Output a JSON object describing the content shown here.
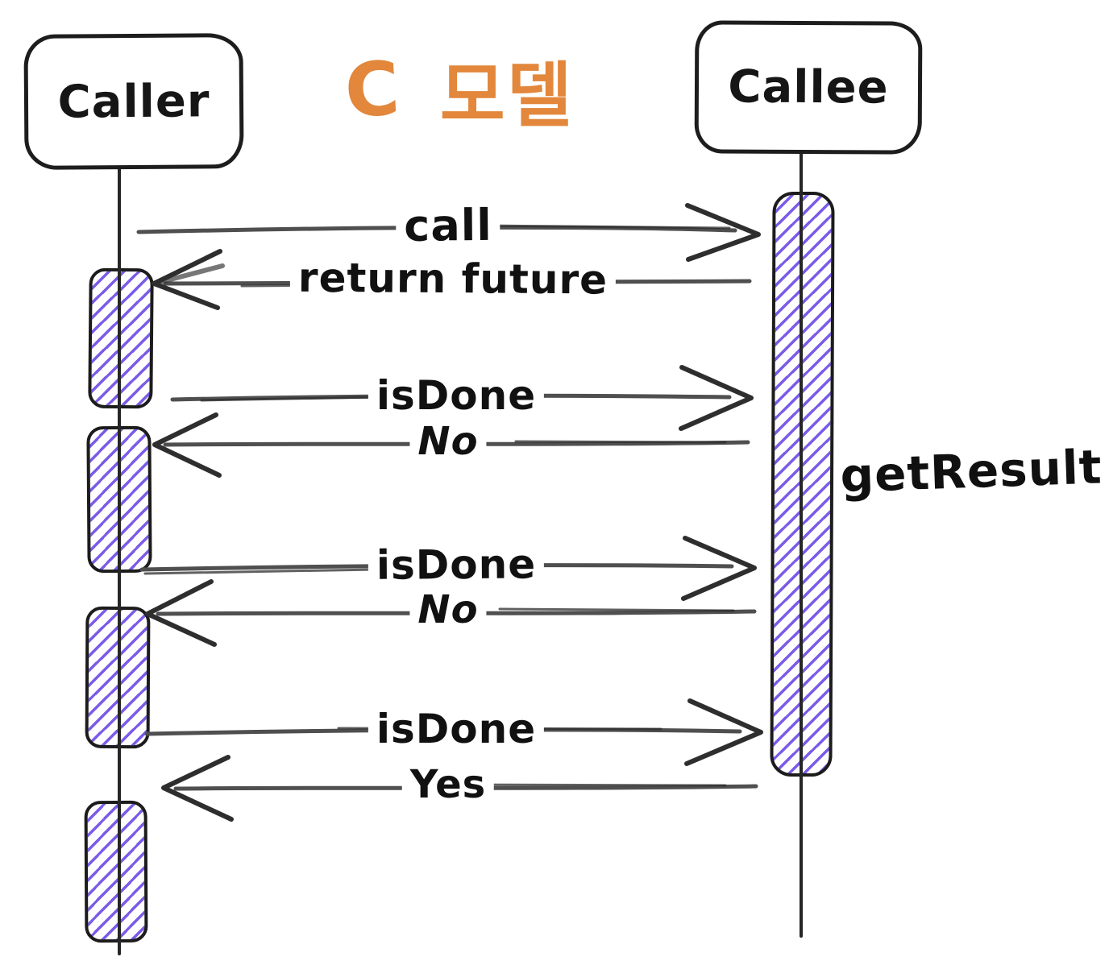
{
  "title": {
    "letter": "C",
    "word": "모델"
  },
  "actors": {
    "caller": "Caller",
    "callee": "Callee"
  },
  "messages": [
    {
      "label": "call",
      "direction": "right",
      "from": "Caller",
      "to": "Callee"
    },
    {
      "label": "return future",
      "direction": "left",
      "from": "Callee",
      "to": "Caller"
    },
    {
      "label": "isDone",
      "direction": "right",
      "from": "Caller",
      "to": "Callee"
    },
    {
      "label": "No",
      "direction": "left",
      "from": "Callee",
      "to": "Caller"
    },
    {
      "label": "isDone",
      "direction": "right",
      "from": "Caller",
      "to": "Callee"
    },
    {
      "label": "No",
      "direction": "left",
      "from": "Callee",
      "to": "Caller"
    },
    {
      "label": "isDone",
      "direction": "right",
      "from": "Caller",
      "to": "Callee"
    },
    {
      "label": "Yes",
      "direction": "left",
      "from": "Callee",
      "to": "Caller"
    }
  ],
  "annotation": {
    "get_result": "getResult"
  },
  "colors": {
    "accent": "#E2873B",
    "hatch": "#7B5CE8",
    "ink": "#262626",
    "arrow": "#4F4F4F"
  }
}
